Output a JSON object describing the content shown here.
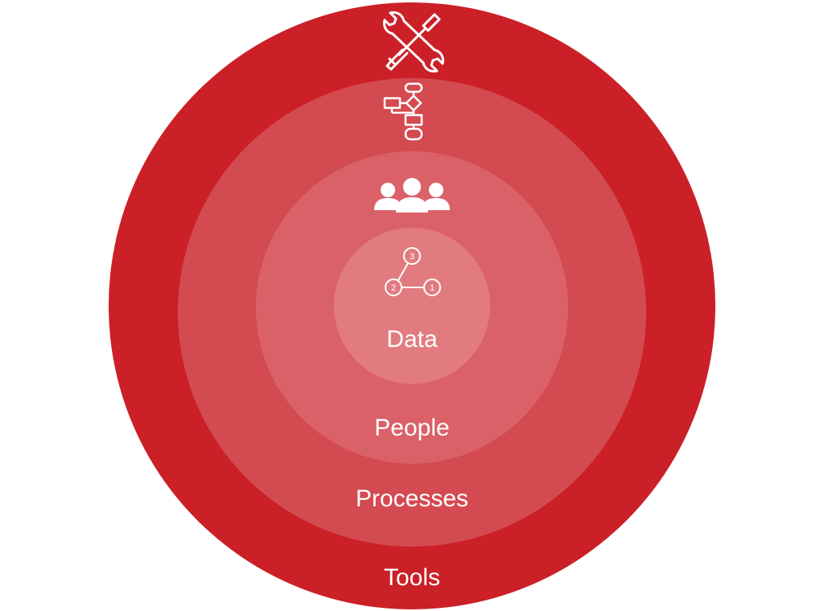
{
  "diagram": {
    "type": "concentric-circles",
    "layers": [
      {
        "label": "Tools",
        "color": "#cb2027",
        "icon": "tools-icon"
      },
      {
        "label": "Processes",
        "color": "#d44a51",
        "icon": "flowchart-icon"
      },
      {
        "label": "People",
        "color": "#db6168",
        "icon": "people-icon"
      },
      {
        "label": "Data",
        "color": "#e17b7f",
        "icon": "numbered-nodes-icon"
      }
    ],
    "icon_numbers": [
      "3",
      "2",
      "1"
    ]
  }
}
